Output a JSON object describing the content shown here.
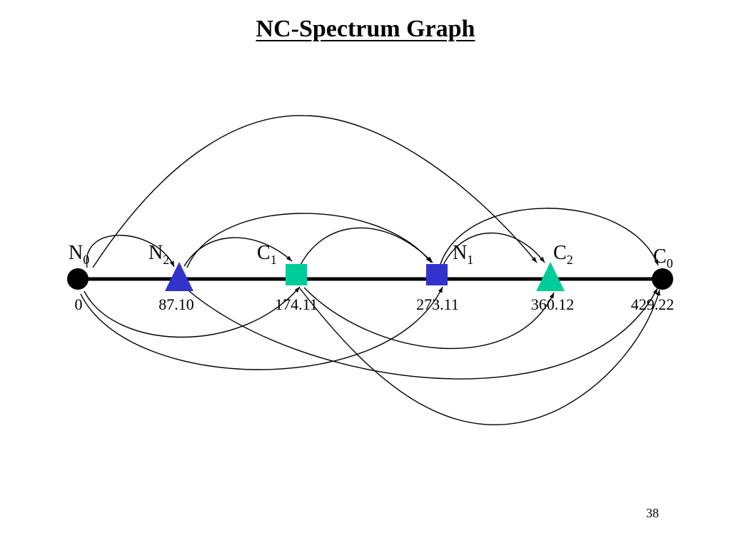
{
  "title": "NC-Spectrum Graph",
  "page_number": "38",
  "colors": {
    "axis": "#000000",
    "node_black": "#000000",
    "node_blue": "#3333cc",
    "node_teal": "#00cc99"
  },
  "nodes": [
    {
      "id": "N0",
      "letter": "N",
      "sub": "0",
      "value": "0",
      "shape": "circle",
      "color": "#000000"
    },
    {
      "id": "N2",
      "letter": "N",
      "sub": "2",
      "value": "87.10",
      "shape": "triangle",
      "color": "#3333cc"
    },
    {
      "id": "C1",
      "letter": "C",
      "sub": "1",
      "value": "174.11",
      "shape": "square",
      "color": "#00cc99"
    },
    {
      "id": "N1",
      "letter": "N",
      "sub": "1",
      "value": "273.11",
      "shape": "square",
      "color": "#3333cc"
    },
    {
      "id": "C2",
      "letter": "C",
      "sub": "2",
      "value": "360.12",
      "shape": "triangle",
      "color": "#00cc99"
    },
    {
      "id": "C0",
      "letter": "C",
      "sub": "0",
      "value": "429.22",
      "shape": "circle",
      "color": "#000000"
    }
  ],
  "edges": [
    {
      "from": "N0",
      "to": "N2"
    },
    {
      "from": "N0",
      "to": "C2"
    },
    {
      "from": "N2",
      "to": "C1"
    },
    {
      "from": "N2",
      "to": "N1"
    },
    {
      "from": "C1",
      "to": "N1"
    },
    {
      "from": "N1",
      "to": "C2"
    },
    {
      "from": "N1",
      "to": "C0"
    },
    {
      "from": "N0",
      "to": "C1"
    },
    {
      "from": "N0",
      "to": "N1"
    },
    {
      "from": "N2",
      "to": "C0"
    },
    {
      "from": "C1",
      "to": "C2"
    },
    {
      "from": "C1",
      "to": "C0"
    }
  ]
}
